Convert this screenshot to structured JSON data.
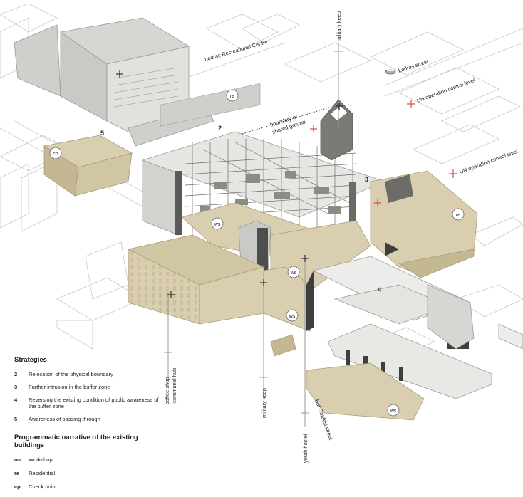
{
  "labels": {
    "ledras_recreational_centre": "Ledras Recreational Centre",
    "ledras_street": "Ledras street",
    "un_control_1": "UN operation control level",
    "un_control_2": "UN operation control level",
    "boundary_line1": "boundary of",
    "boundary_line2": "shared ground",
    "military_keep_top": "military keep",
    "military_keep_bottom": "military keep",
    "coffee_shop_line1": "coffee shop",
    "coffee_shop_line2": "[communal hub]",
    "youth_hostel": "youth hostel",
    "baf_street": "Baf Gatdesi street"
  },
  "markers": {
    "n2": "2",
    "n3": "3",
    "n4": "4",
    "n5": "5",
    "cp": "cp",
    "re1": "re",
    "re2": "re",
    "ws1": "ws",
    "ws2": "ws",
    "ws3": "ws",
    "ws4": "ws"
  },
  "legend": {
    "strategies_title": "Strategies",
    "strategies": [
      {
        "code": "2",
        "text": "Relocation of the physical boundary"
      },
      {
        "code": "3",
        "text": "Further intrusion in the buffer zone"
      },
      {
        "code": "4",
        "text": "Reversing the existing condition of public awareness of the buffer zone"
      },
      {
        "code": "5",
        "text": "Awareness of passing through"
      }
    ],
    "program_title": "Programmatic narrative of the existing buildings",
    "program": [
      {
        "code": "ws",
        "text": "Workshop"
      },
      {
        "code": "re",
        "text": "Residential"
      },
      {
        "code": "cp",
        "text": "Check point"
      }
    ]
  },
  "colors": {
    "tan": "#d9cfb0",
    "tan_dark": "#c4b892",
    "grey": "#d6d6d3",
    "grey_dark": "#8e8e8b",
    "dark": "#3e3e3e",
    "red": "#d94a4a"
  }
}
